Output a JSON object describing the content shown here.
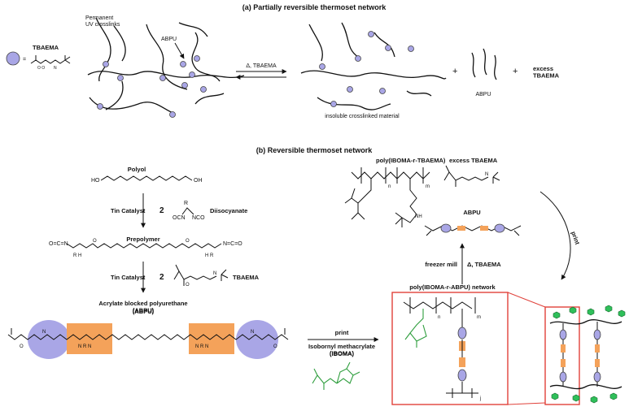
{
  "panel_a": {
    "title": "(a) Partially reversible thermoset network",
    "legend_label": "TBAEMA",
    "permanent_label": "Permanent\nUV crosslinks",
    "abpu_label": "ABPU",
    "arrow_label": "Δ, TBAEMA",
    "insoluble_label": "insoluble crosslinked material",
    "product_abpu_label": "ABPU",
    "plus": "+",
    "excess_label": "excess\nTBAEMA"
  },
  "panel_b": {
    "title": "(b) Reversible thermoset network",
    "polyol_label": "Polyol",
    "tin_catalyst_1": "Tin Catalyst",
    "eq_1": "2",
    "diisocyanate_label": "Diisocyanate",
    "prepolymer_label": "Prepolymer",
    "tin_catalyst_2": "Tin Catalyst",
    "eq_2": "2",
    "tbaema_label": "TBAEMA",
    "abpu_full_label": "Acrylate blocked polyurethane\n(ABPU)",
    "print_label": "print",
    "iboma_label": "Isobornyl methacrylate\n(IBOMA)",
    "copolymer_label": "poly(IBOMA-r-TBAEMA)",
    "excess_tbaema_label": "excess TBAEMA",
    "abpu_small_label": "ABPU",
    "freezer_mill_label": "freezer mill",
    "delta_label": "Δ, TBAEMA",
    "print_curve_label": "print",
    "network_label": "poly(IBOMA-r-ABPU) network"
  },
  "colors": {
    "bead": "#a9a6e6",
    "urethane_block": "#f4a25a",
    "iboma_green": "#2f9e3e",
    "network_frame": "#e0413a",
    "hexagon": "#2fbf5a"
  }
}
